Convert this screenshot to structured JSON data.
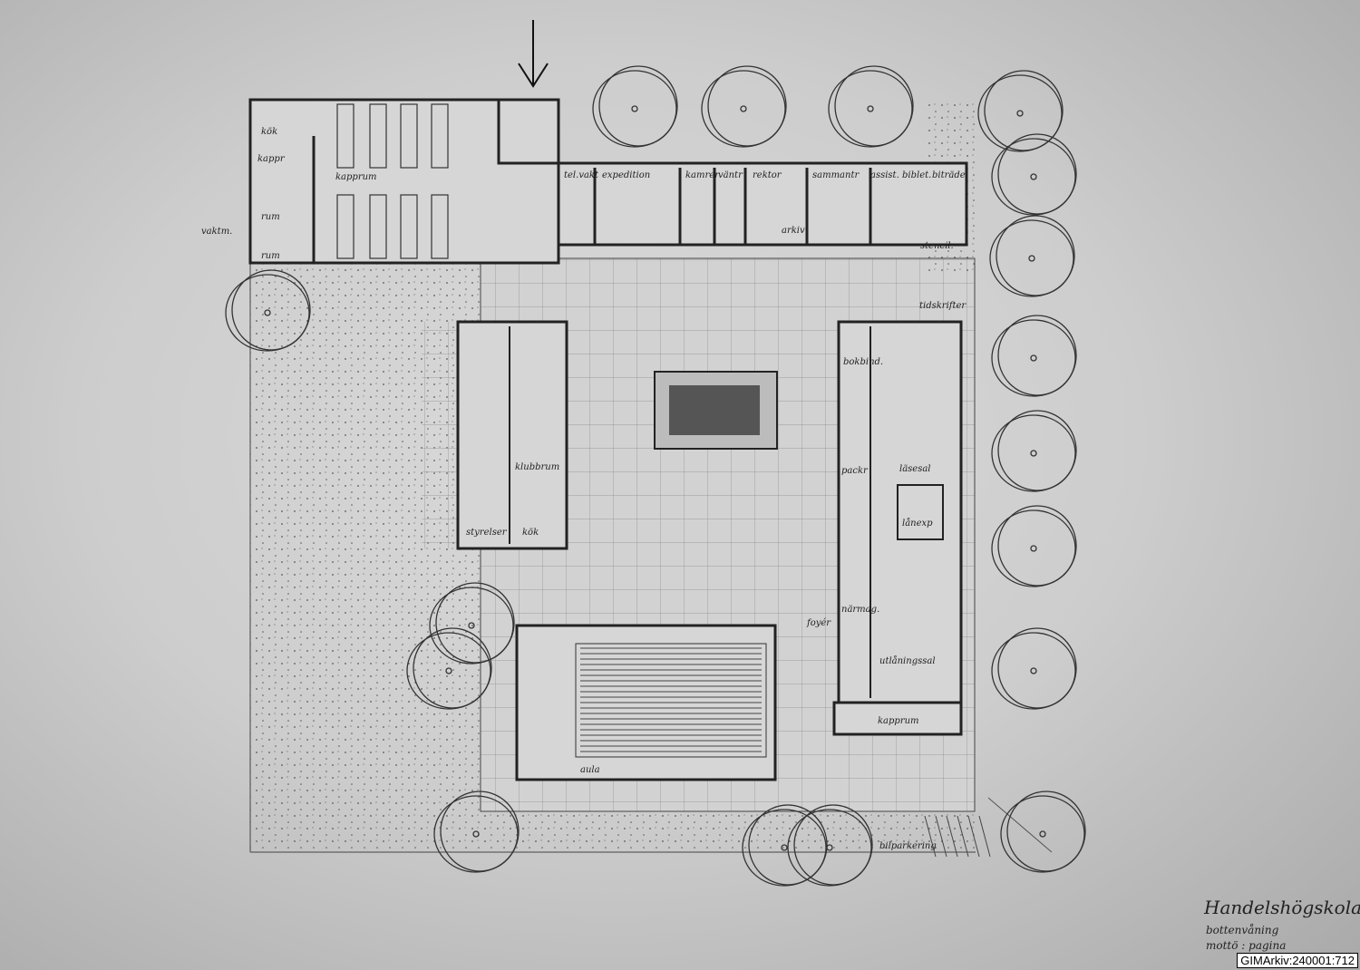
{
  "title": "Handelshögskola",
  "subtitle": "bottenvåning",
  "motto": "mottö : pagina",
  "archive_id": "GIMArkiv:240001:712",
  "rooms": {
    "kok1": "kök",
    "kappr": "kappr",
    "kapprum1": "kapprum",
    "rum1": "rum",
    "rum2": "rum",
    "vaktm": "vaktm.",
    "telvakt": "tel.vakt",
    "expedition": "expedition",
    "kamrer": "kamrer",
    "vantr": "väntr",
    "rektor": "rektor",
    "sammantr": "sammantr",
    "assist": "assist.",
    "biblet": "biblet.",
    "bitrade": "biträde",
    "arkiv": "arkiv",
    "stencil": "stencil.",
    "tidskrifter": "tidskrifter",
    "bokbind": "bokbind.",
    "packr": "packr",
    "lasesal": "läsesal",
    "lanexp": "lånexp",
    "foyer": "foyér",
    "narmag": "närmag.",
    "utlaningssal": "utlåningssal",
    "kapprum2": "kapprum",
    "klubbrum": "klubbrum",
    "styrelser": "styrelser",
    "kok2": "kök",
    "aula": "aula",
    "bilparkering": "bilparkering"
  }
}
